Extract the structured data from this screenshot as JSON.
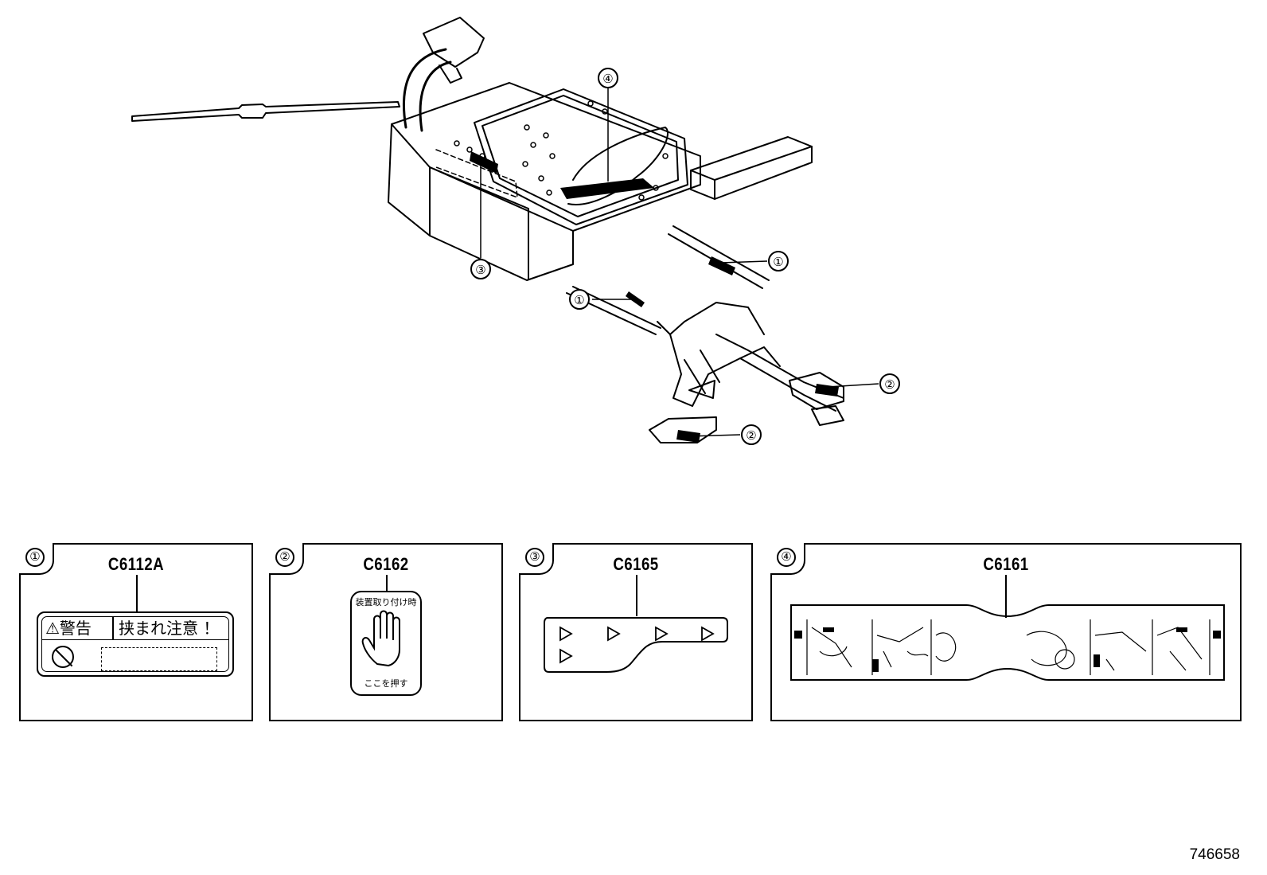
{
  "diagram": {
    "callouts": [
      {
        "id": "callout-1a",
        "label": "①"
      },
      {
        "id": "callout-1b",
        "label": "①"
      },
      {
        "id": "callout-2a",
        "label": "②"
      },
      {
        "id": "callout-2b",
        "label": "②"
      },
      {
        "id": "callout-3",
        "label": "③"
      },
      {
        "id": "callout-4",
        "label": "④"
      }
    ]
  },
  "panels": [
    {
      "num": "①",
      "code": "C6112A",
      "label": {
        "warning": "⚠警告",
        "caution": "挟まれ注意 ！"
      }
    },
    {
      "num": "②",
      "code": "C6162",
      "label": {
        "top_text": "装置取り付け時",
        "bottom_text": "ここを押す"
      }
    },
    {
      "num": "③",
      "code": "C6165"
    },
    {
      "num": "④",
      "code": "C6161"
    }
  ],
  "reference_number": "746658",
  "icons": [
    "warning-triangle-icon",
    "prohibition-icon",
    "hand-icon",
    "triangle-arrow-icon"
  ]
}
